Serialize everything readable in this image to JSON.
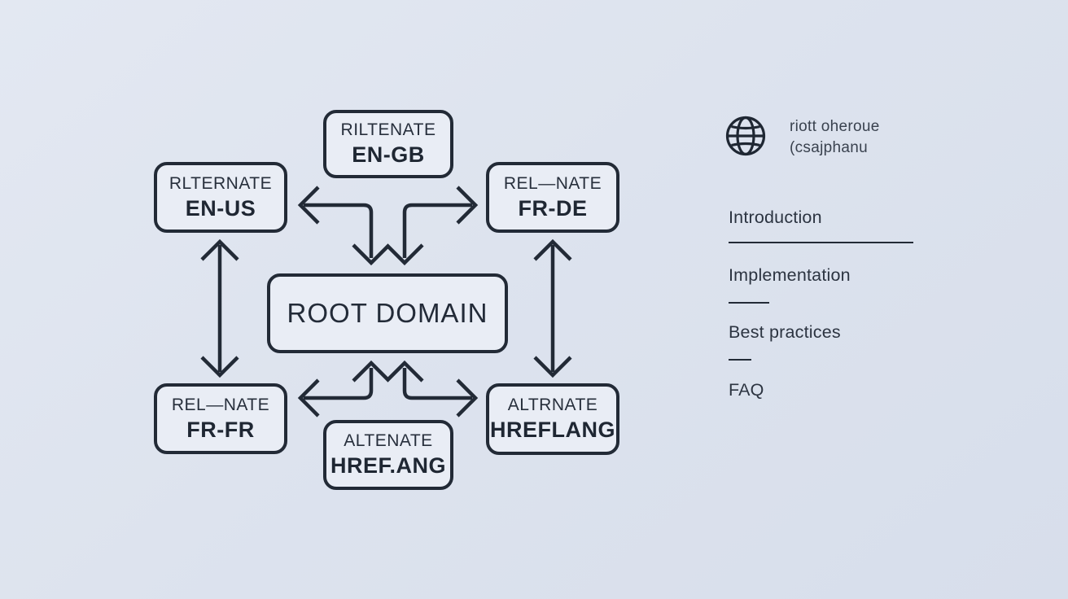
{
  "colors": {
    "background": "#dde3ee",
    "ink": "#222a36",
    "node_fill": "#e9edf5"
  },
  "diagram": {
    "nodes": {
      "top": {
        "line1": "RILTENATE",
        "line2": "EN-GB"
      },
      "left_top": {
        "line1": "RLTERNATE",
        "line2": "EN-US"
      },
      "right_top": {
        "line1": "REL—NATE",
        "line2": "FR-DE"
      },
      "center": {
        "title": "ROOT DOMAIN"
      },
      "left_bottom": {
        "line1": "REL—NATE",
        "line2": "FR-FR"
      },
      "right_bottom": {
        "line1": "ALTRNATE",
        "line2": "HREFLANG"
      },
      "bottom": {
        "line1": "ALTENATE",
        "line2": "HREF.ANG"
      }
    }
  },
  "sidebar": {
    "header": {
      "icon": "globe-icon",
      "line1": "riott oheroue",
      "line2": "(csajphanu"
    },
    "nav": [
      {
        "label": "Introduction"
      },
      {
        "label": "Implementation"
      },
      {
        "label": "Best practices"
      },
      {
        "label": "FAQ"
      }
    ]
  }
}
